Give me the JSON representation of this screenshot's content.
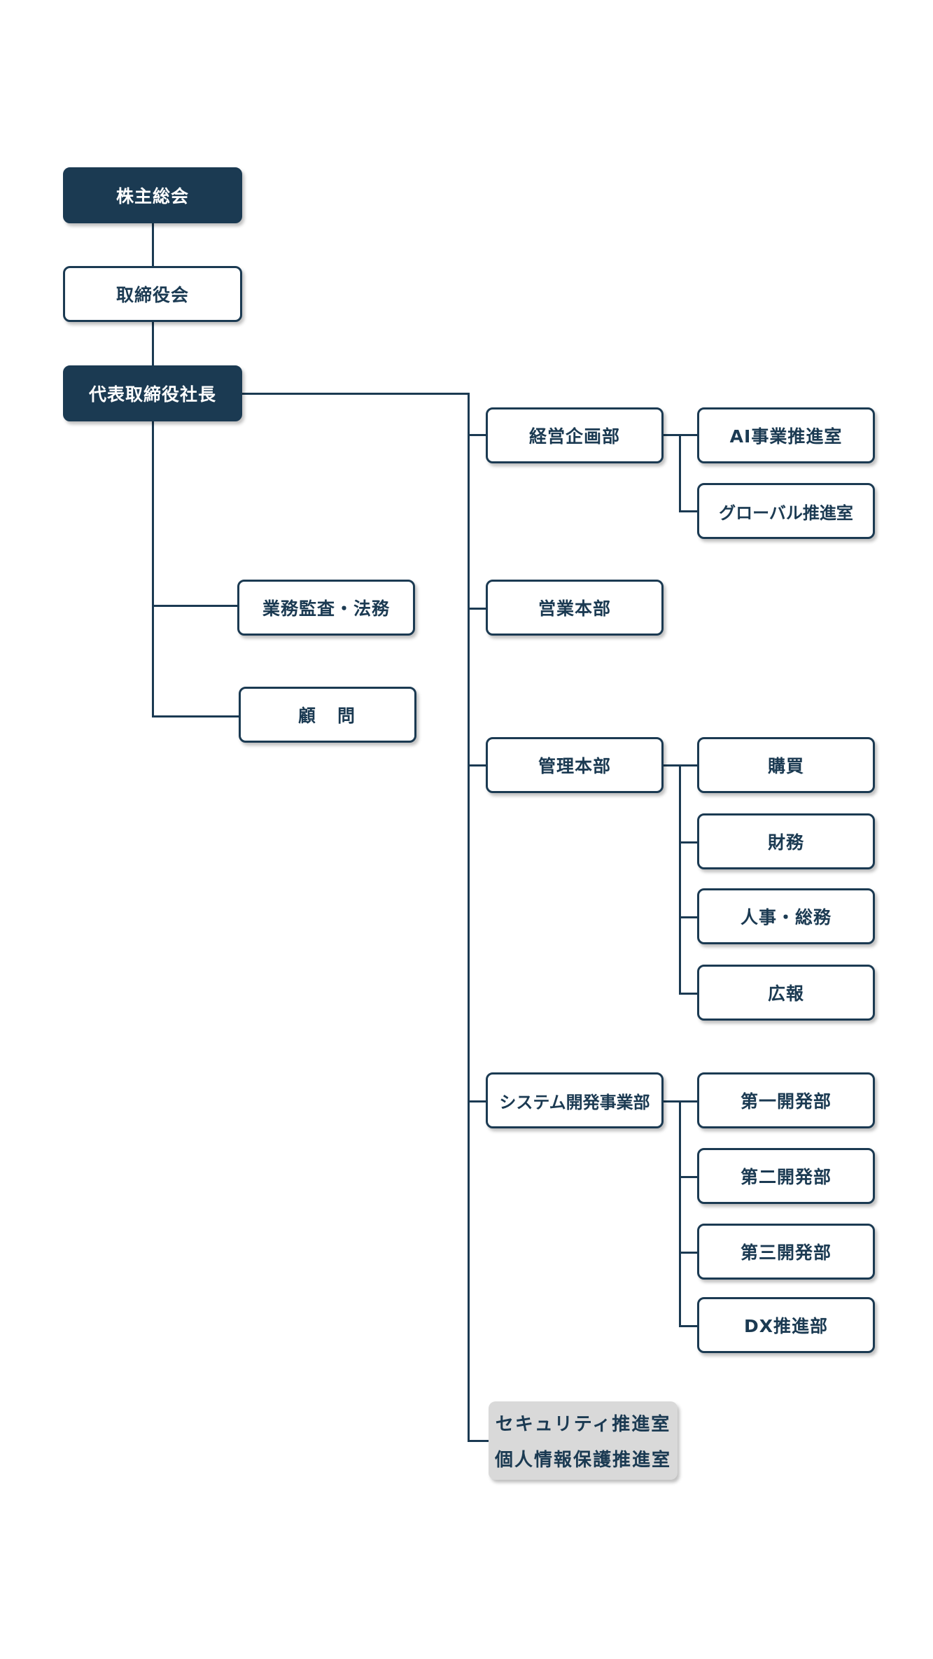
{
  "nodes": {
    "shareholders": "株主総会",
    "board": "取締役会",
    "president": "代表取締役社長",
    "audit_legal": "業務監査・法務",
    "advisor": "顧　問",
    "corporate_planning": "経営企画部",
    "ai_office": "AI事業推進室",
    "global_office": "グローバル推進室",
    "sales": "営業本部",
    "administration": "管理本部",
    "purchasing": "購買",
    "finance": "財務",
    "hr_general": "人事・総務",
    "pr": "広報",
    "system_dev": "システム開発事業部",
    "dev1": "第一開発部",
    "dev2": "第二開発部",
    "dev3": "第三開発部",
    "dx": "DX推進部",
    "security_office": "セキュリティ推進室",
    "privacy_office": "個人情報保護推進室"
  },
  "colors": {
    "primary": "#1b3a52",
    "gray_box": "#d9d9d9",
    "background": "#ffffff"
  }
}
